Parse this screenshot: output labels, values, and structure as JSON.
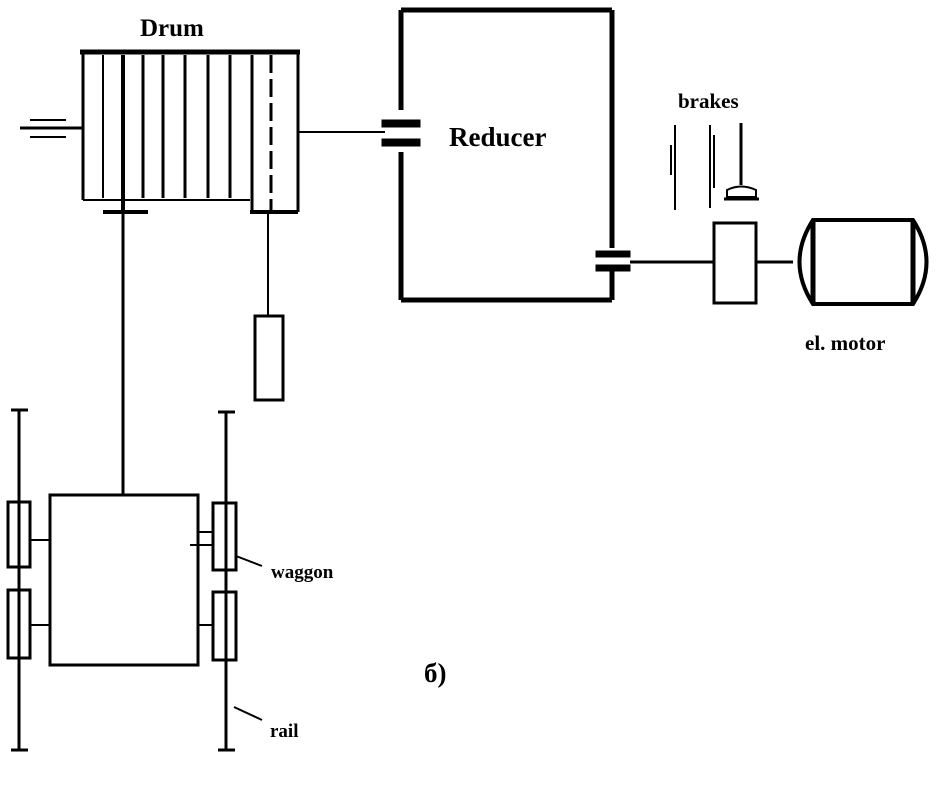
{
  "labels": {
    "drum": "Drum",
    "reducer": "Reducer",
    "brakes": "brakes",
    "motor": "el. motor",
    "waggon": "waggon",
    "rail": "rail",
    "figure_tag": "б)"
  },
  "colors": {
    "ink": "#000000",
    "paper": "#ffffff"
  }
}
